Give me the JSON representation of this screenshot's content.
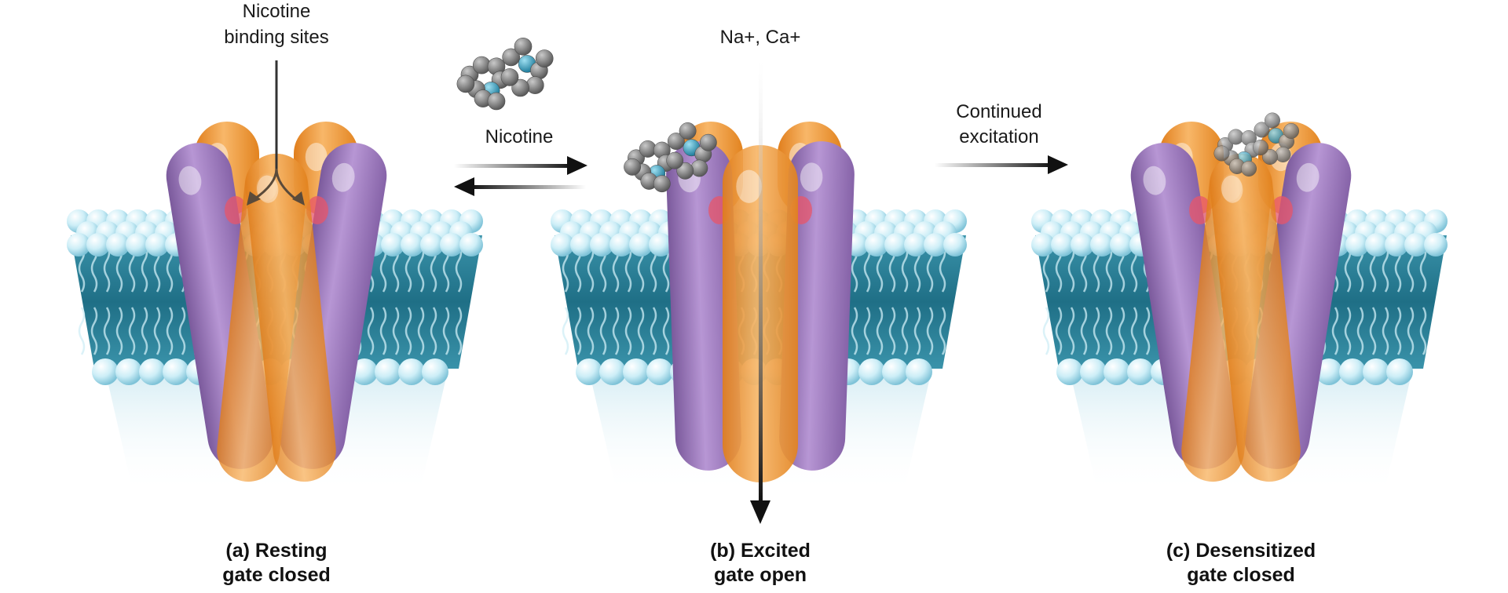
{
  "binding_sites_label": [
    "Nicotine",
    "binding sites"
  ],
  "ion_label": "Na+, Ca+",
  "nicotine_arrow_label": "Nicotine",
  "continued_label": [
    "Continued",
    "excitation"
  ],
  "panels": [
    {
      "caption": [
        "(a) Resting",
        "gate closed"
      ],
      "state": "resting"
    },
    {
      "caption": [
        "(b) Excited",
        "gate open"
      ],
      "state": "excited"
    },
    {
      "caption": [
        "(c) Desensitized",
        "gate closed"
      ],
      "state": "desensitized"
    }
  ],
  "colors": {
    "membrane_teal": "#2d7f95",
    "head_blue": "#bfe6f1",
    "orange": "#f0952e",
    "purple": "#9a72bb",
    "carbon": "#7d7d7d",
    "nitrogen": "#3a9fbe",
    "binding_site": "#e8566a",
    "arrow": "#111111"
  }
}
